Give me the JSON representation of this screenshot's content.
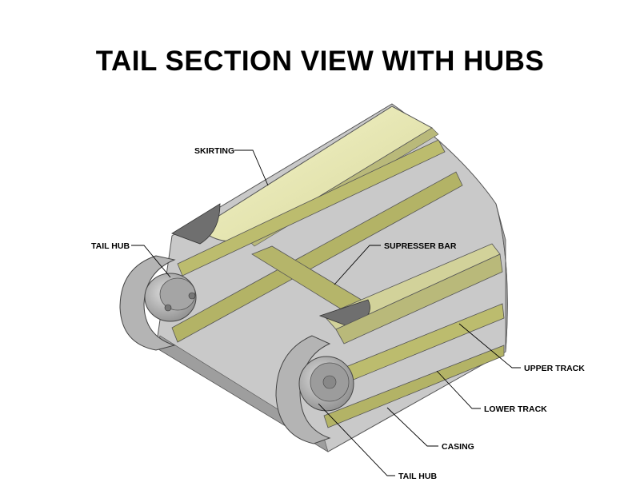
{
  "title": "TAIL SECTION VIEW WITH HUBS",
  "labels": {
    "skirting": "SKIRTING",
    "tail_hub_left": "TAIL HUB",
    "supresser_bar": "SUPRESSER BAR",
    "upper_track": "UPPER TRACK",
    "lower_track": "LOWER TRACK",
    "casing": "CASING",
    "tail_hub_bottom": "TAIL HUB"
  },
  "colors": {
    "casing": "#c8c8c8",
    "casing_dark": "#9a9a9a",
    "track": "#b8b86a",
    "track_light": "#e6e6b4",
    "hub": "#bdbdbd"
  }
}
